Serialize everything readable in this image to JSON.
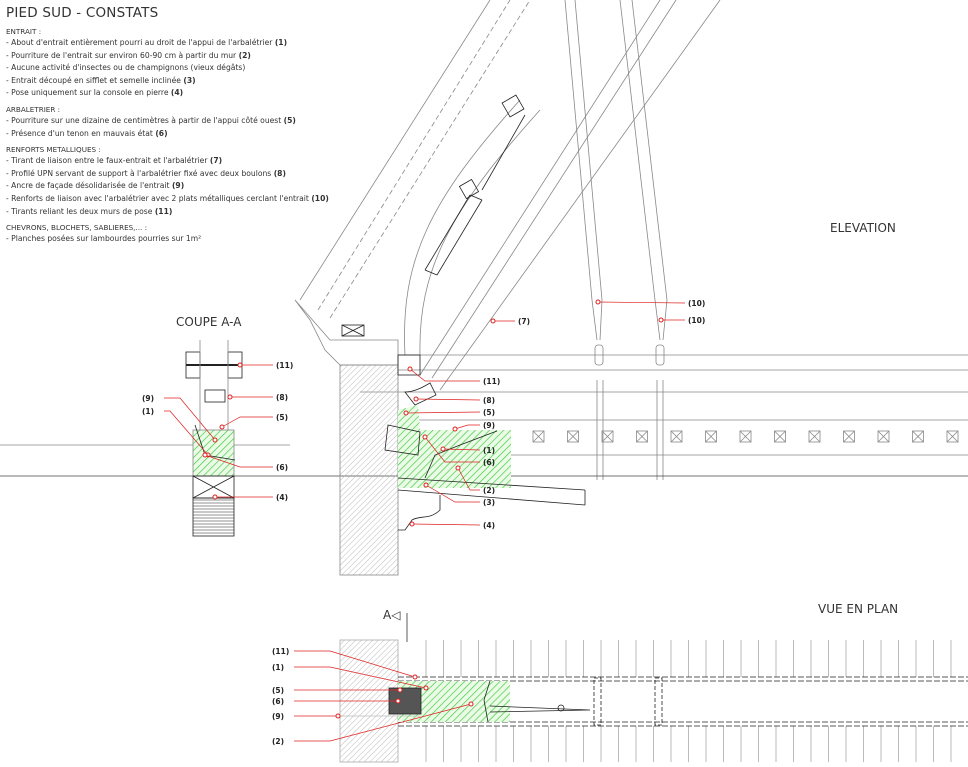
{
  "title": "PIED SUD - CONSTATS",
  "sections": [
    {
      "heading": "ENTRAIT :",
      "items": [
        {
          "text": "- About d'entrait entièrement pourri au droit de l'appui de l'arbalétrier",
          "ref": "(1)"
        },
        {
          "text": "- Pourriture de l'entrait sur environ 60-90 cm à partir du mur",
          "ref": "(2)"
        },
        {
          "text": "- Aucune activité d'insectes ou de champignons (vieux dégâts)",
          "ref": ""
        },
        {
          "text": "- Entrait découpé en sifflet et semelle inclinée",
          "ref": "(3)"
        },
        {
          "text": "- Pose uniquement sur la console en pierre",
          "ref": "(4)"
        }
      ]
    },
    {
      "heading": "ARBALETRIER :",
      "items": [
        {
          "text": "- Pourriture sur une dizaine de centimètres à partir de l'appui côté ouest",
          "ref": "(5)"
        },
        {
          "text": "- Présence d'un tenon en mauvais état",
          "ref": "(6)"
        }
      ]
    },
    {
      "heading": "RENFORTS METALLIQUES :",
      "items": [
        {
          "text": "- Tirant de liaison entre le faux-entrait et l'arbalétrier",
          "ref": "(7)"
        },
        {
          "text": "- Profilé UPN servant de support à l'arbalétrier fixé avec deux boulons",
          "ref": "(8)"
        },
        {
          "text": "- Ancre de façade désolidarisée de l'entrait",
          "ref": "(9)"
        },
        {
          "text": "- Renforts de liaison avec l'arbalétrier avec 2 plats métalliques cerclant l'entrait",
          "ref": "(10)"
        },
        {
          "text": "- Tirants reliant les deux murs de pose",
          "ref": "(11)"
        }
      ]
    },
    {
      "heading": "CHEVRONS, BLOCHETS, SABLIERES,... :",
      "items": [
        {
          "text": "- Planches posées sur lambourdes pourries sur 1m²",
          "ref": ""
        }
      ]
    }
  ],
  "views": {
    "elevation": "ELEVATION",
    "section": "COUPE A-A",
    "plan": "VUE EN PLAN",
    "section_marker": "A◁"
  },
  "callouts": {
    "elevation": [
      "(10)",
      "(10)",
      "(7)",
      "(11)",
      "(8)",
      "(5)",
      "(9)",
      "(1)",
      "(6)",
      "(2)",
      "(3)",
      "(4)"
    ],
    "section": [
      "(11)",
      "(8)",
      "(9)",
      "(1)",
      "(5)",
      "(6)",
      "(4)"
    ],
    "plan": [
      "(11)",
      "(1)",
      "(5)",
      "(6)",
      "(9)",
      "(2)"
    ]
  },
  "colors": {
    "callout": "#e02020",
    "decay_hatch": "#3cc83c",
    "wall_hatch": "#999999"
  }
}
